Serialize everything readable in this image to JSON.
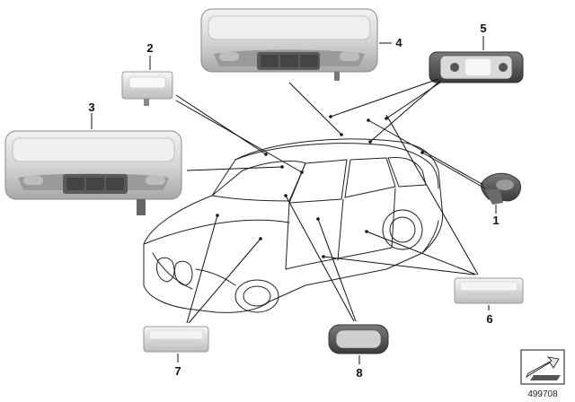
{
  "callouts": [
    {
      "id": "1",
      "label": "1"
    },
    {
      "id": "2",
      "label": "2"
    },
    {
      "id": "3",
      "label": "3"
    },
    {
      "id": "4",
      "label": "4"
    },
    {
      "id": "5",
      "label": "5"
    },
    {
      "id": "6",
      "label": "6"
    },
    {
      "id": "7",
      "label": "7"
    },
    {
      "id": "8",
      "label": "8"
    }
  ],
  "reference_number": "499708",
  "colors": {
    "line": "#111111",
    "part_light": "#e6e6e6",
    "part_mid": "#c8c8c8",
    "part_dark": "#555555"
  }
}
